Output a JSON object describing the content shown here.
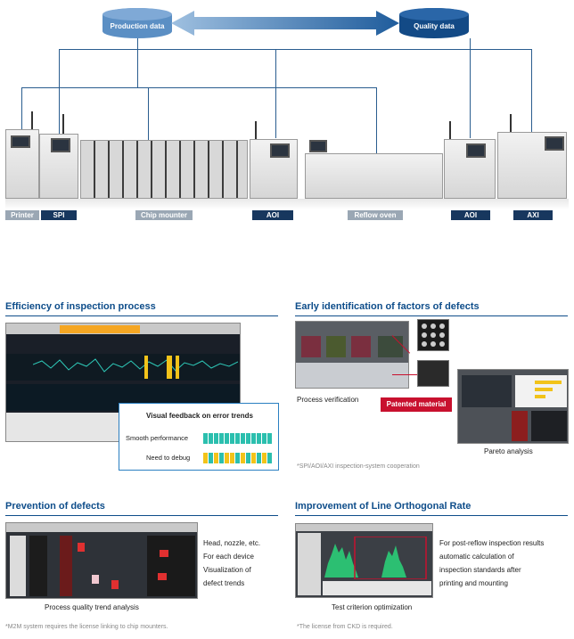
{
  "top": {
    "production_data": "Production data",
    "quality_data": "Quality data",
    "stations": {
      "printer": "Printer",
      "spi": "SPI",
      "chip_mounter": "Chip mounter",
      "aoi_1": "AOI",
      "reflow_oven": "Reflow oven",
      "aoi_2": "AOI",
      "axi": "AXI"
    }
  },
  "efficiency": {
    "title": "Efficiency of inspection process",
    "callout_title": "Visual feedback on error trends",
    "smooth": "Smooth performance",
    "debug": "Need to debug"
  },
  "early": {
    "title": "Early identification of factors of defects",
    "process_verification": "Process verification",
    "patented": "Patented material",
    "pareto": "Pareto analysis",
    "note": "*SPI/AOI/AXI inspection-system cooperation"
  },
  "prevention": {
    "title": "Prevention of defects",
    "line1": "Head, nozzle, etc.",
    "line2": "For each device",
    "line3": "Visualization of",
    "line4": "defect trends",
    "caption": "Process quality trend analysis",
    "note": "*M2M system requires the license linking to chip mounters."
  },
  "improvement": {
    "title": "Improvement of Line Orthogonal Rate",
    "line1": "For post-reflow inspection results",
    "line2": "automatic calculation of",
    "line3": "inspection standards after",
    "line4": "printing and mounting",
    "caption": "Test criterion optimization",
    "note": "*The license from CKD is required."
  },
  "colors": {
    "accent": "#0e4d8a",
    "cylinder_light": "#5b8fc4",
    "cylinder_dark": "#134a86",
    "patented_red": "#c8102e",
    "smooth_teal": "#2bbfae",
    "debug_yellow": "#f2c31a"
  }
}
